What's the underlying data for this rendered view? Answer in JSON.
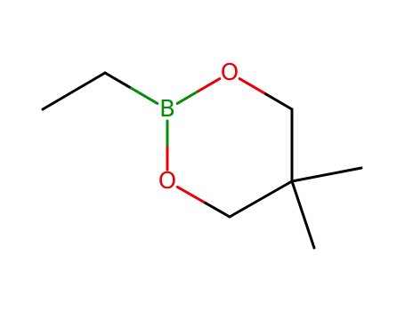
{
  "colors": {
    "background": "#ffffff",
    "carbon_bond": "#000000",
    "oxygen": "#e8000b",
    "boron": "#068c06"
  },
  "atoms": [
    {
      "id": "C1",
      "element": "C",
      "label": ""
    },
    {
      "id": "C2",
      "element": "C",
      "label": ""
    },
    {
      "id": "B",
      "element": "B",
      "label": "B"
    },
    {
      "id": "O1",
      "element": "O",
      "label": "O"
    },
    {
      "id": "C3",
      "element": "C",
      "label": ""
    },
    {
      "id": "C4",
      "element": "C",
      "label": ""
    },
    {
      "id": "C5",
      "element": "C",
      "label": ""
    },
    {
      "id": "O2",
      "element": "O",
      "label": "O"
    },
    {
      "id": "C6",
      "element": "C",
      "label": ""
    },
    {
      "id": "C7",
      "element": "C",
      "label": ""
    }
  ],
  "bonds": [
    {
      "from": "C1",
      "to": "C2",
      "order": 1
    },
    {
      "from": "C2",
      "to": "B",
      "order": 1
    },
    {
      "from": "B",
      "to": "O1",
      "order": 1
    },
    {
      "from": "O1",
      "to": "C3",
      "order": 1
    },
    {
      "from": "C3",
      "to": "C4",
      "order": 1
    },
    {
      "from": "C4",
      "to": "C5",
      "order": 1
    },
    {
      "from": "C5",
      "to": "O2",
      "order": 1
    },
    {
      "from": "O2",
      "to": "B",
      "order": 1
    },
    {
      "from": "C4",
      "to": "C6",
      "order": 1
    },
    {
      "from": "C4",
      "to": "C7",
      "order": 1
    }
  ]
}
